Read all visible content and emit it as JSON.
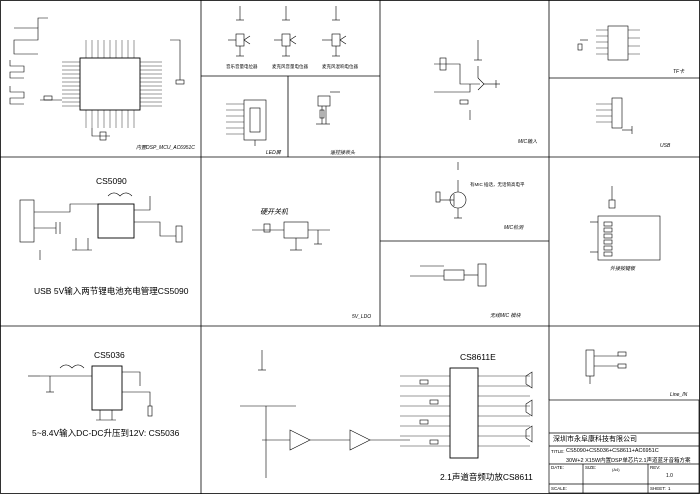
{
  "panels": {
    "mcu": {
      "caption": "内置DSP_MCU_AC6951C"
    },
    "volume": {
      "knob_labels": [
        "音乐音量电位器",
        "麦克风音量电位器",
        "麦克风混响电位器"
      ]
    },
    "mic_in": {
      "caption": "MIC输入"
    },
    "tf": {
      "caption": "TF卡"
    },
    "led": {
      "caption": "LED屏"
    },
    "remote": {
      "caption": "遥控接收头"
    },
    "usb": {
      "caption": "USB"
    },
    "charge": {
      "chip": "CS5090",
      "caption": "USB 5V输入两节锂电池充电管理CS5090"
    },
    "ldo": {
      "handwritten": "硬开关机",
      "caption": "5V_LDO"
    },
    "mic_detect": {
      "note": "有MIC 插话，无话筒高电平",
      "caption": "MIC检测"
    },
    "wireless": {
      "caption": "无线MIC 模块"
    },
    "keys": {
      "caption": "外接按键板"
    },
    "boost": {
      "chip": "CS5036",
      "caption": "5~8.4V输入DC-DC升压到12V: CS5036"
    },
    "amp": {
      "chip": "CS8611E",
      "caption": "2.1声道音频功放CS8611"
    },
    "line_in": {
      "caption": "Line_IN"
    }
  },
  "title_block": {
    "company": "深圳市永阜康科技有限公司",
    "title_label": "TITLE:",
    "title_line1": "CS5090+CS5036+CS8611+AC6951C",
    "title_line2": "30W+2 X15W内置DSP单芯片2.1声道蓝牙音箱方案",
    "date_label": "DATE:",
    "size_label": "SIZE:",
    "size_value": "(A4)",
    "rev_label": "REV:",
    "rev_value": "1.0",
    "scale_label": "SCALE:",
    "sheet_label": "SHEET:",
    "sheet_value": "1"
  }
}
